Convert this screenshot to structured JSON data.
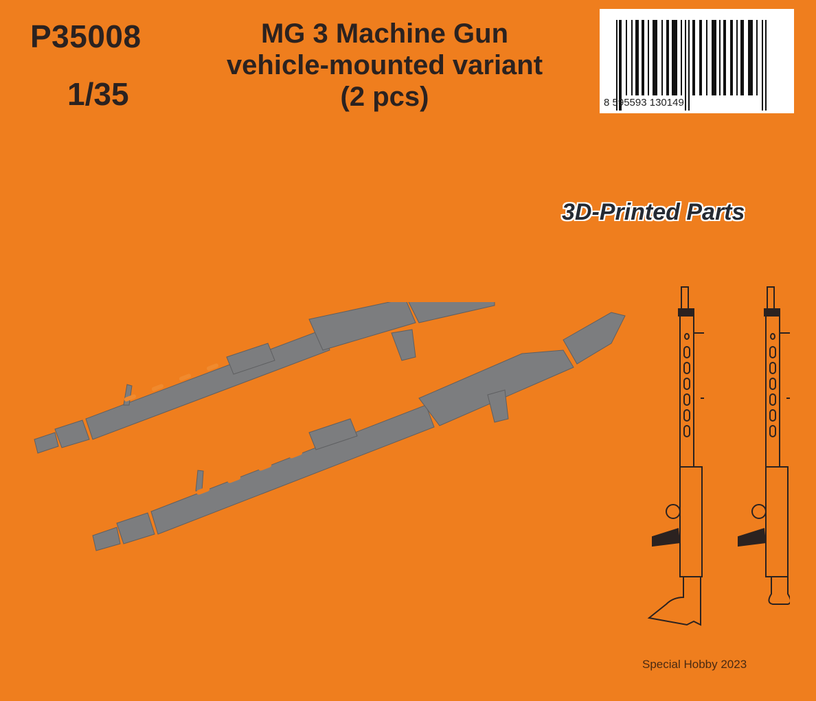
{
  "product": {
    "code": "P35008",
    "scale": "1/35",
    "title_lines": [
      "MG 3 Machine Gun",
      "vehicle-mounted variant",
      "(2 pcs)"
    ],
    "badge": "3D-Printed Parts",
    "copyright": "Special Hobby 2023"
  },
  "barcode": {
    "digits": "8  595593  130149",
    "number": "8595593130149"
  },
  "images": {
    "render": "two-mg3-machine-gun-3d-renders",
    "drawings": [
      "mg3-line-drawing-with-stock",
      "mg3-line-drawing-vehicle-variant"
    ]
  },
  "colors": {
    "background": "#ef7e1e",
    "text": "#2b2220",
    "model_gray": "#7c7d7f"
  }
}
